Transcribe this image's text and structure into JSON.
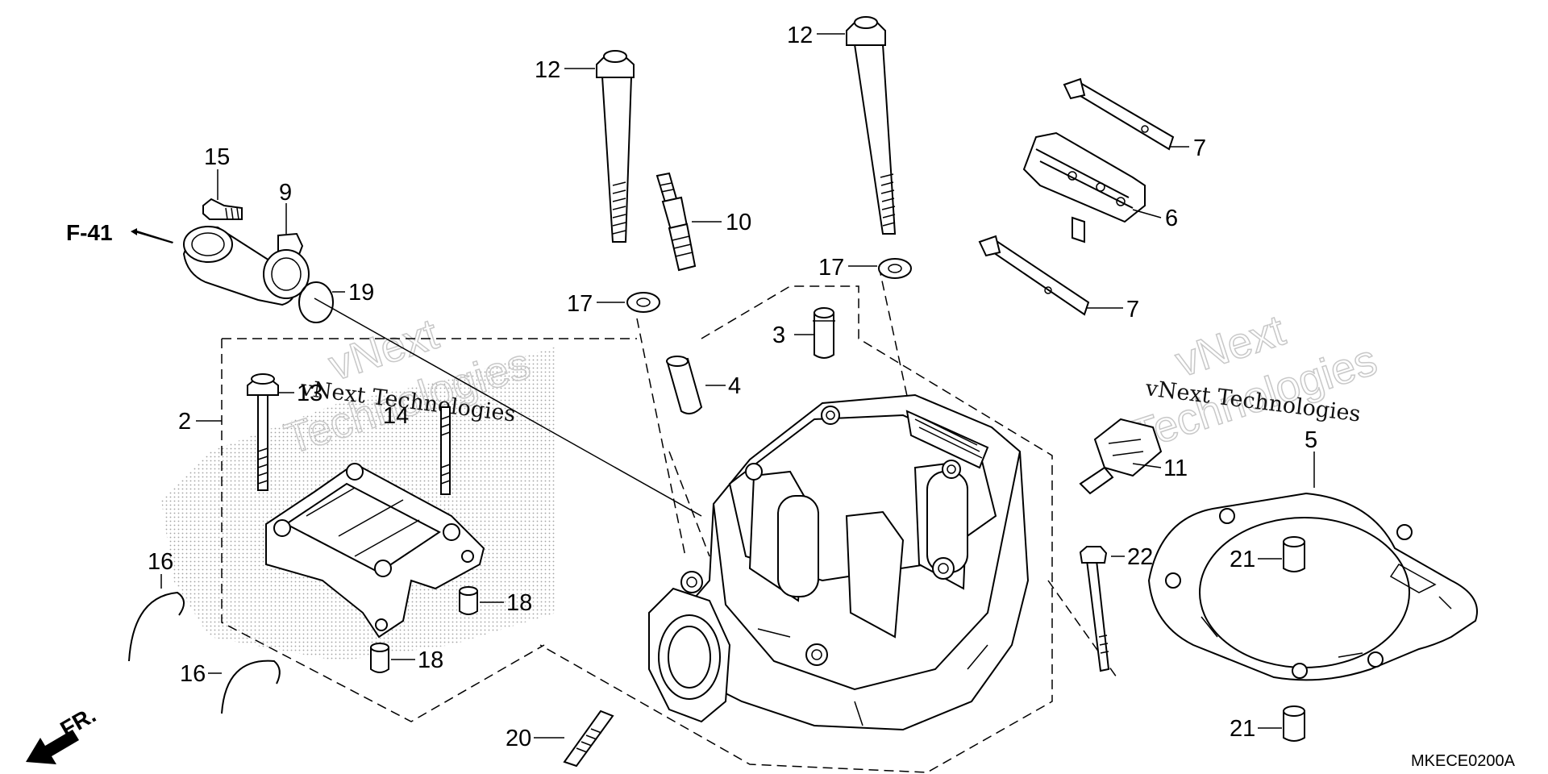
{
  "callouts": {
    "c12a": "12",
    "c12b": "12",
    "c15": "15",
    "c9": "9",
    "c10": "10",
    "c7a": "7",
    "c6": "6",
    "c7b": "7",
    "c19": "19",
    "c17a": "17",
    "c17b": "17",
    "c3": "3",
    "c4": "4",
    "c2": "2",
    "c13": "13",
    "c14": "14",
    "c11": "11",
    "c5": "5",
    "c22": "22",
    "c21a": "21",
    "c21b": "21",
    "c16a": "16",
    "c16b": "16",
    "c18a": "18",
    "c18b": "18",
    "c20": "20"
  },
  "reference": {
    "f41": "F-41",
    "front": "FR."
  },
  "diagram_code": "MKECE0200A",
  "watermarks": [
    {
      "big_line1": "vNext",
      "big_line2": "Technologies",
      "small": "vNext Technologies"
    },
    {
      "big_line1": "vNext",
      "big_line2": "Technologies",
      "small": "vNext Technologies"
    }
  ],
  "icons": {
    "front_arrow": "arrow-down-left-icon",
    "ref_arrow": "arrow-left-icon"
  },
  "colors": {
    "ink": "#000000",
    "watermark": "#c8c8c8",
    "background": "#ffffff"
  }
}
